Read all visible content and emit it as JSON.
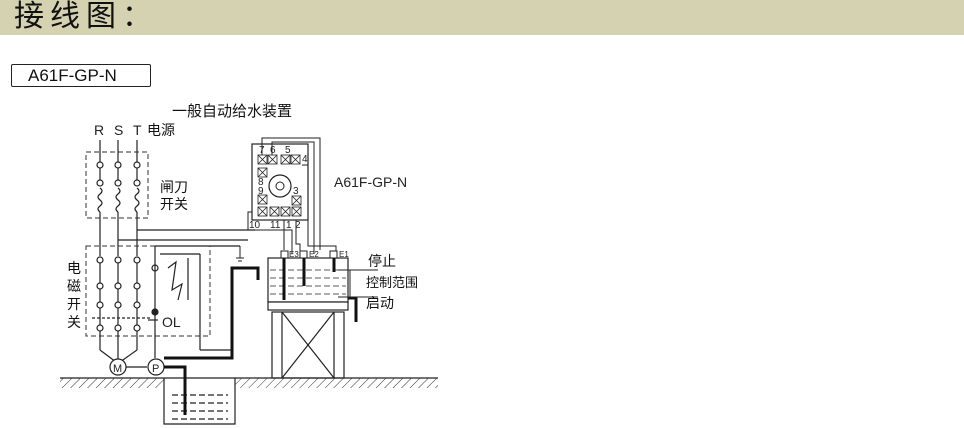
{
  "header": {
    "title": "接线图："
  },
  "model_badge": "A61F-GP-N",
  "diagram": {
    "caption": "一般自动给水装置",
    "phases": [
      "R",
      "S",
      "T"
    ],
    "power_label": "电源",
    "knife_switch_label": [
      "闸刀",
      "开关"
    ],
    "contactor_label": [
      "电",
      "磁",
      "开",
      "关"
    ],
    "overload_label": "OL",
    "controller_label": "A61F-GP-N",
    "terminals_top": [
      "7",
      "6",
      "5",
      "4"
    ],
    "terminals_left": [
      "8",
      "9"
    ],
    "terminal_right": "3",
    "terminals_bottom": [
      "10",
      "11",
      "1",
      "2"
    ],
    "electrodes": [
      "E3",
      "E2",
      "E1"
    ],
    "stop_label": "停止",
    "range_label": "控制范围",
    "start_label": "启动",
    "motor_label": "M",
    "pump_label": "P"
  },
  "colors": {
    "header_bg": "#d4d2b1",
    "line": "#222222"
  }
}
